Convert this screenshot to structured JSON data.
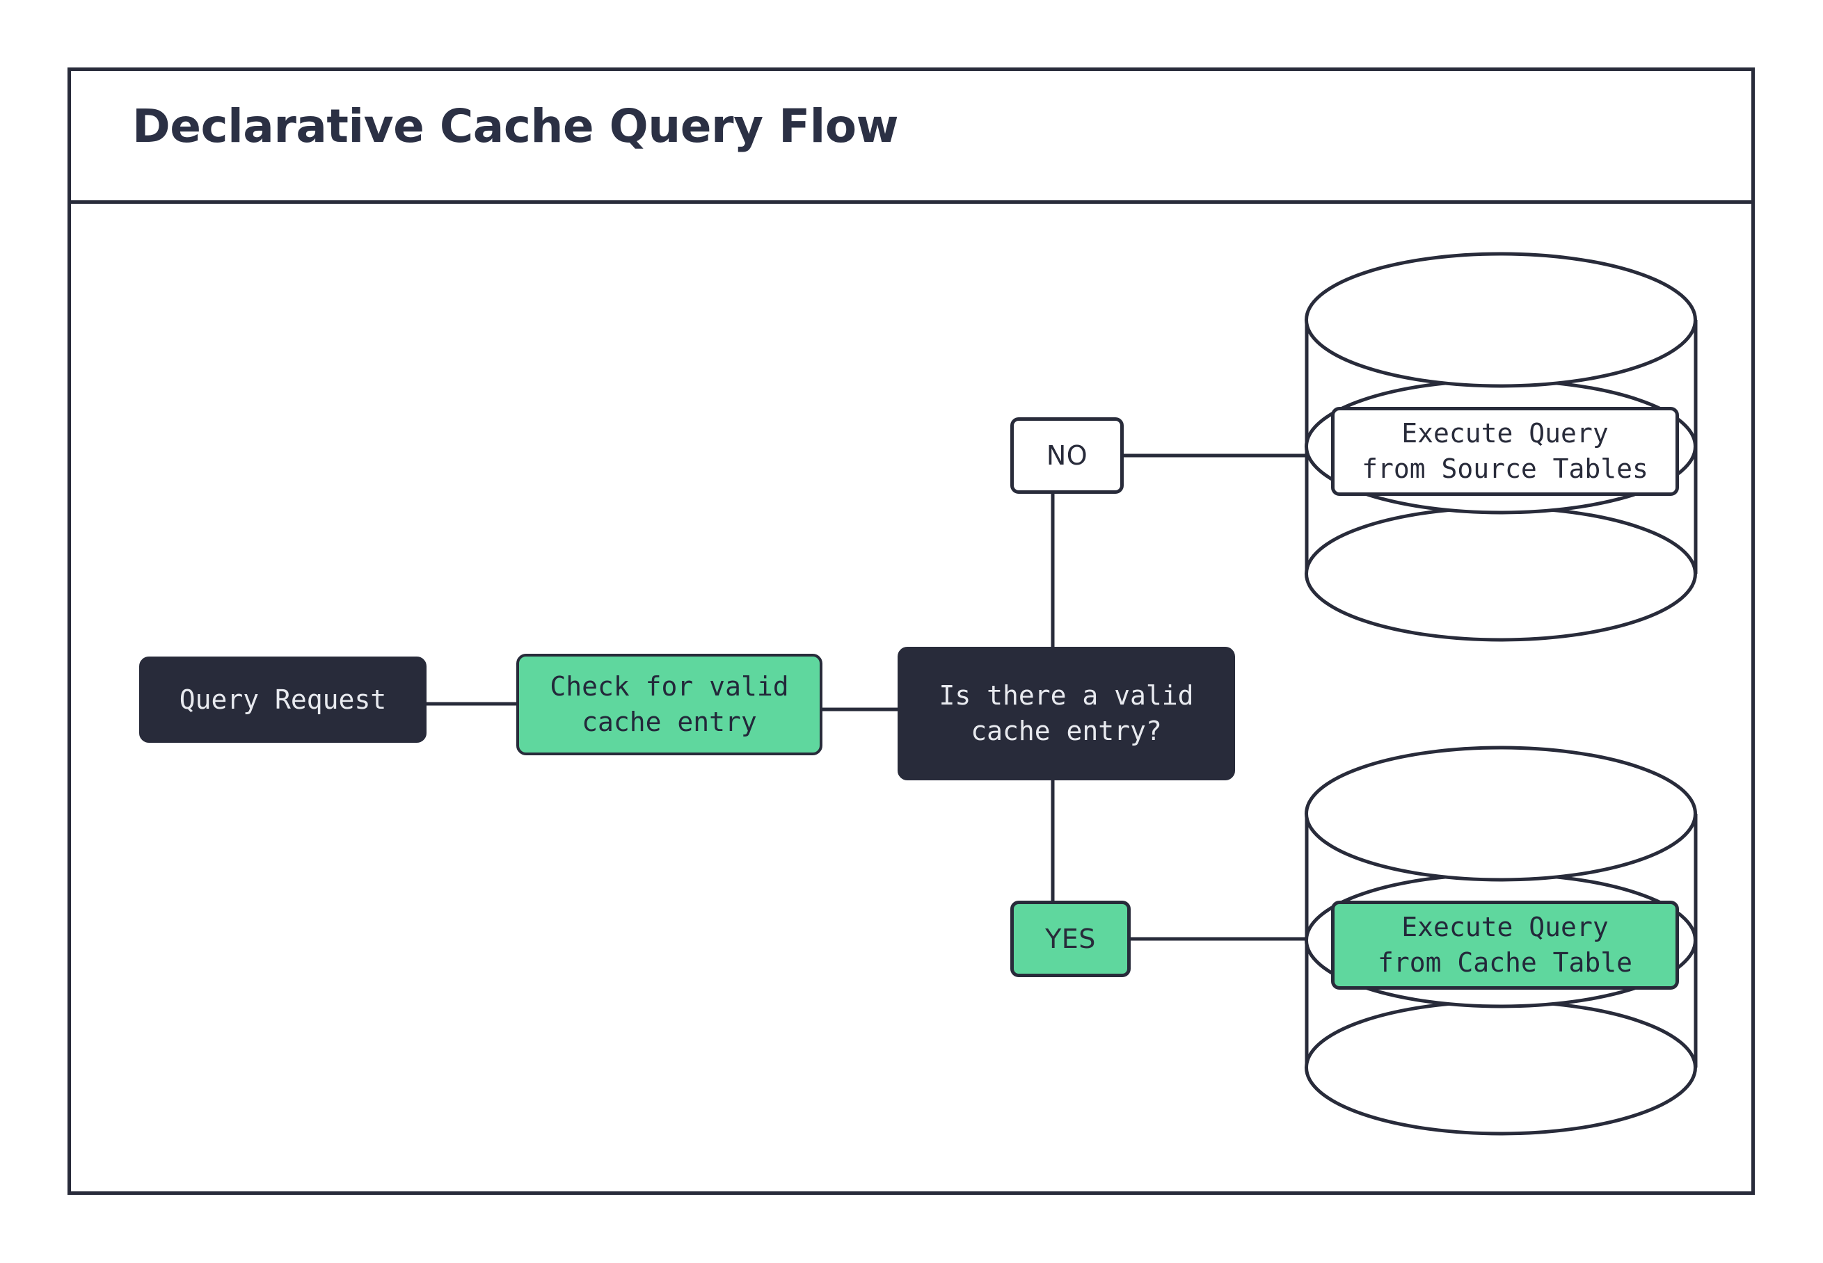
{
  "header": {
    "title": "Declarative Cache Query Flow"
  },
  "colors": {
    "ink": "#282b3a",
    "accent_green": "#5fd79e",
    "surface": "#ffffff",
    "text_on_dark": "#e8eaef"
  },
  "flow": {
    "nodes": [
      {
        "id": "query-request",
        "label": "Query Request",
        "style": "dark"
      },
      {
        "id": "check-cache",
        "label": "Check for valid\ncache entry",
        "style": "green"
      },
      {
        "id": "decision",
        "label": "Is there a valid\ncache entry?",
        "style": "dark"
      }
    ],
    "branches": [
      {
        "id": "no",
        "label": "NO",
        "style": "white"
      },
      {
        "id": "yes",
        "label": "YES",
        "style": "green"
      }
    ],
    "datastores": [
      {
        "id": "source-tables",
        "label": "Execute Query\nfrom Source Tables",
        "style": "white"
      },
      {
        "id": "cache-table",
        "label": "Execute Query\nfrom Cache Table",
        "style": "green"
      }
    ],
    "edges": [
      {
        "from": "query-request",
        "to": "check-cache"
      },
      {
        "from": "check-cache",
        "to": "decision"
      },
      {
        "from": "decision",
        "to": "no",
        "direction": "up"
      },
      {
        "from": "no",
        "to": "source-tables",
        "direction": "right"
      },
      {
        "from": "decision",
        "to": "yes",
        "direction": "down"
      },
      {
        "from": "yes",
        "to": "cache-table",
        "direction": "right"
      }
    ]
  }
}
